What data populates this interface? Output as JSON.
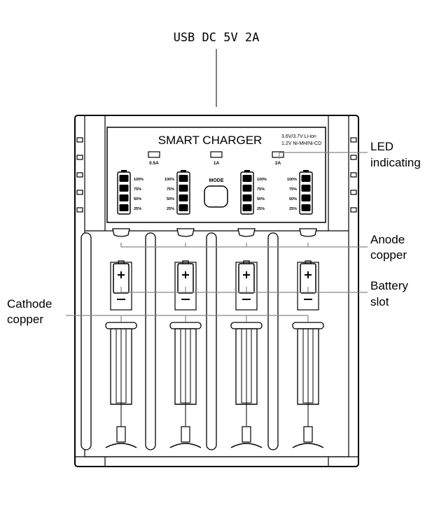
{
  "power_label": "USB DC 5V 2A",
  "panel": {
    "title": "SMART CHARGER",
    "spec_line1": "3.6V/3.7V Li-ion",
    "spec_line2": "1.2V Ni-MH/Ni-CD",
    "current_options": [
      "0.5A",
      "1A",
      "2A"
    ],
    "mode_button": "MODE",
    "level_labels": [
      "100%",
      "75%",
      "50%",
      "25%"
    ]
  },
  "callouts": {
    "led": [
      "LED",
      "indicating"
    ],
    "anode": [
      "Anode",
      "copper"
    ],
    "battery_slot": [
      "Battery",
      "slot"
    ],
    "cathode": [
      "Cathode",
      "copper"
    ]
  },
  "slot_count": 4
}
